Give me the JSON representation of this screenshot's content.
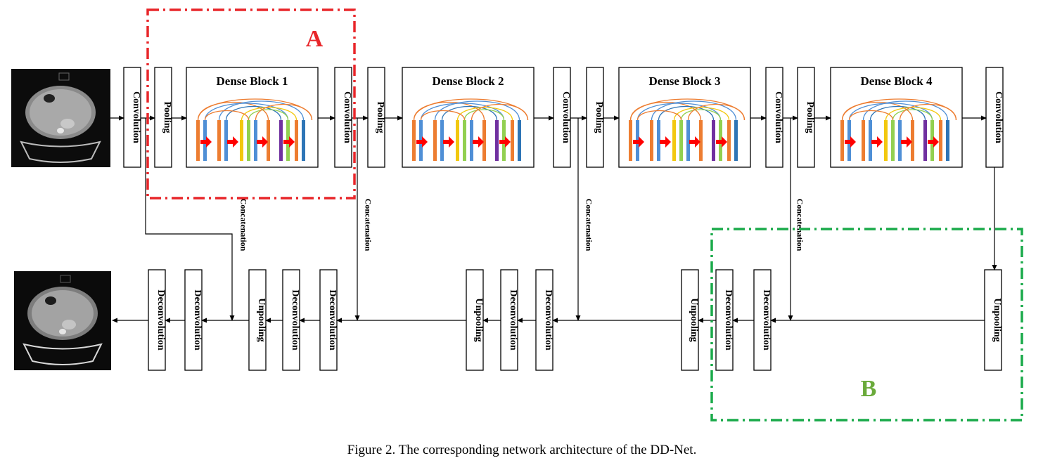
{
  "figure": {
    "caption": "Figure 2. The corresponding network architecture of the DD-Net."
  },
  "encoder": {
    "layers": [
      {
        "kind": "op",
        "label": "Convolution"
      },
      {
        "kind": "op",
        "label": "Pooling"
      },
      {
        "kind": "dense",
        "label": "Dense Block 1"
      },
      {
        "kind": "op",
        "label": "Convolution"
      },
      {
        "kind": "op",
        "label": "Pooling"
      },
      {
        "kind": "dense",
        "label": "Dense Block 2"
      },
      {
        "kind": "op",
        "label": "Convolution"
      },
      {
        "kind": "op",
        "label": "Pooling"
      },
      {
        "kind": "dense",
        "label": "Dense Block 3"
      },
      {
        "kind": "op",
        "label": "Convolution"
      },
      {
        "kind": "op",
        "label": "Pooling"
      },
      {
        "kind": "dense",
        "label": "Dense Block 4"
      },
      {
        "kind": "op",
        "label": "Convolution"
      }
    ]
  },
  "decoder": {
    "layers": [
      {
        "label": "Deconvolution"
      },
      {
        "label": "Deconvolution"
      },
      {
        "label": "Unpooling"
      },
      {
        "label": "Deconvolution"
      },
      {
        "label": "Deconvolution"
      },
      {
        "label": "Unpooling"
      },
      {
        "label": "Deconvolution"
      },
      {
        "label": "Deconvolution"
      },
      {
        "label": "Unpooling"
      },
      {
        "label": "Deconvolution"
      },
      {
        "label": "Deconvolution"
      },
      {
        "label": "Unpooling"
      }
    ]
  },
  "skip_connections": {
    "label": "Concatenation",
    "count": 4
  },
  "regions": [
    {
      "label": "A",
      "color": "#e8262a"
    },
    {
      "label": "B",
      "color": "#1aaa4a"
    }
  ],
  "dense_block_colors": [
    "#ed7d31",
    "#4f8fd6",
    "#ed7d31",
    "#f2c80f",
    "#92d050",
    "#7030a0",
    "#2e75b6"
  ],
  "images": {
    "input": {
      "name": "input-ct-image"
    },
    "output": {
      "name": "output-ct-image"
    }
  }
}
